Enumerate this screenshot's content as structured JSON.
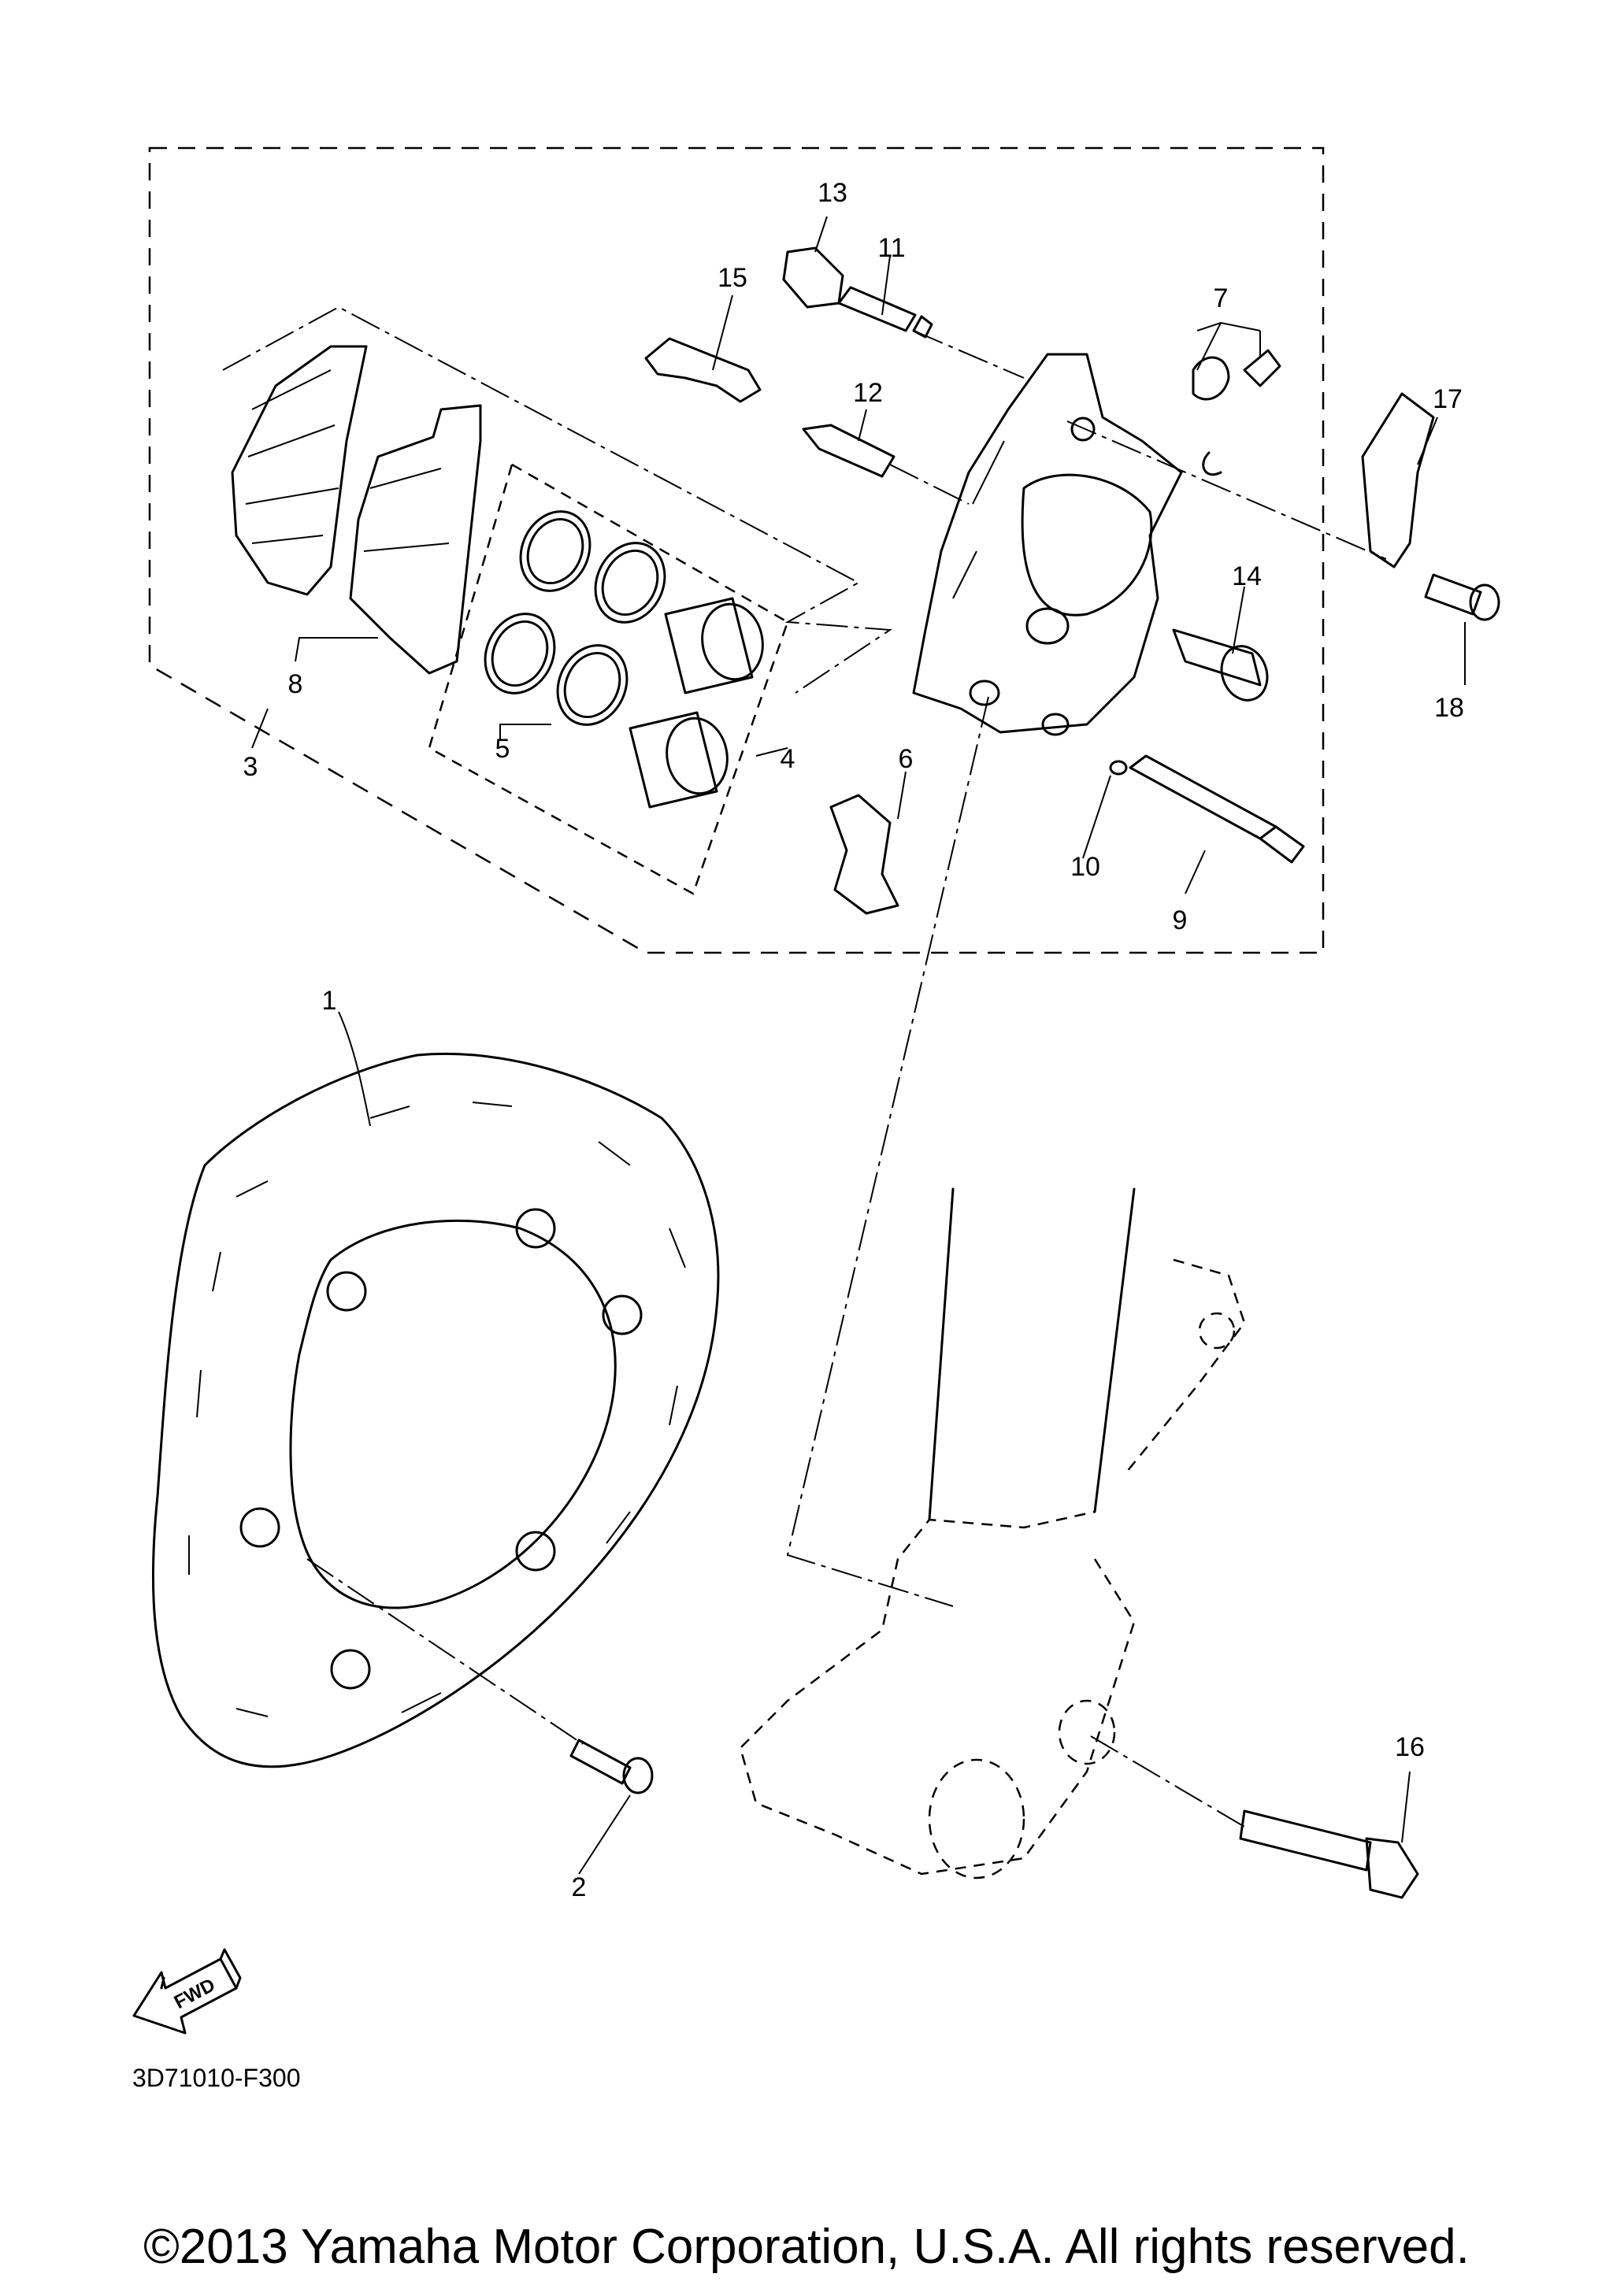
{
  "diagram": {
    "callouts": [
      "1",
      "2",
      "3",
      "4",
      "5",
      "6",
      "7",
      "8",
      "9",
      "10",
      "11",
      "12",
      "13",
      "14",
      "15",
      "16",
      "17",
      "18"
    ],
    "fwd_label": "FWD",
    "diagram_code": "3D71010-F300"
  },
  "footer": {
    "copyright": "©2013 Yamaha Motor Corporation, U.S.A. All rights reserved."
  }
}
